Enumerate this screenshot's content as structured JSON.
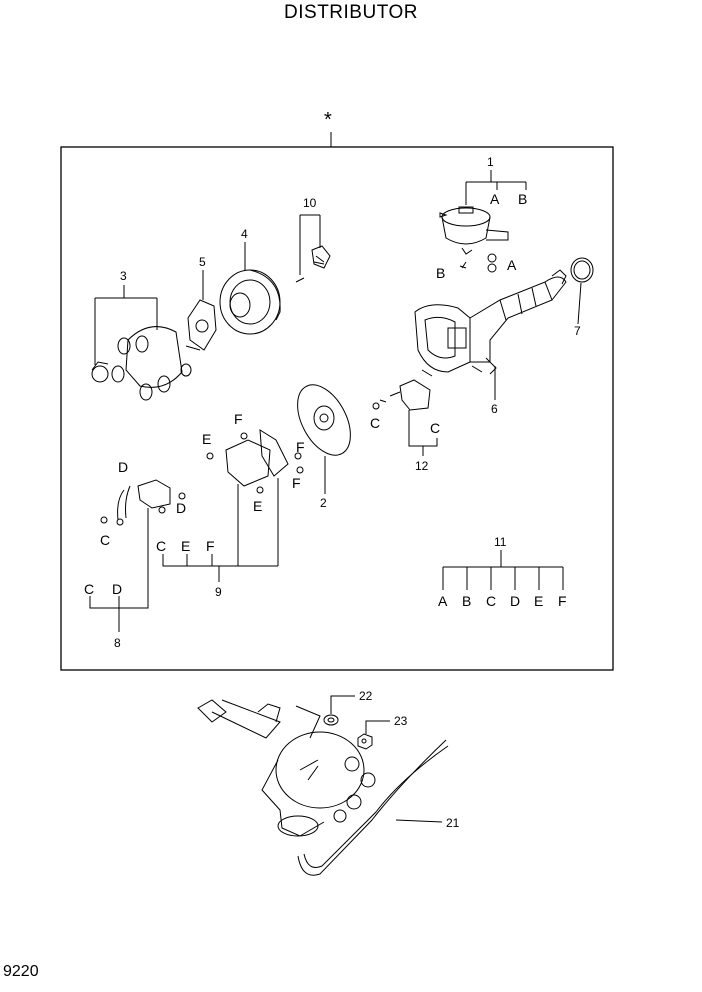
{
  "header": {
    "title": "DISTRIBUTOR"
  },
  "footer": {
    "page_code": "9220"
  },
  "assembly": {
    "marker": "*"
  },
  "callouts": {
    "c1": "1",
    "c2": "2",
    "c3": "3",
    "c4": "4",
    "c5": "5",
    "c6": "6",
    "c7": "7",
    "c8": "8",
    "c9": "9",
    "c10": "10",
    "c11": "11",
    "c12": "12",
    "c21": "21",
    "c22": "22",
    "c23": "23"
  },
  "letters": {
    "A": "A",
    "B": "B",
    "C": "C",
    "D": "D",
    "E": "E",
    "F": "F"
  }
}
